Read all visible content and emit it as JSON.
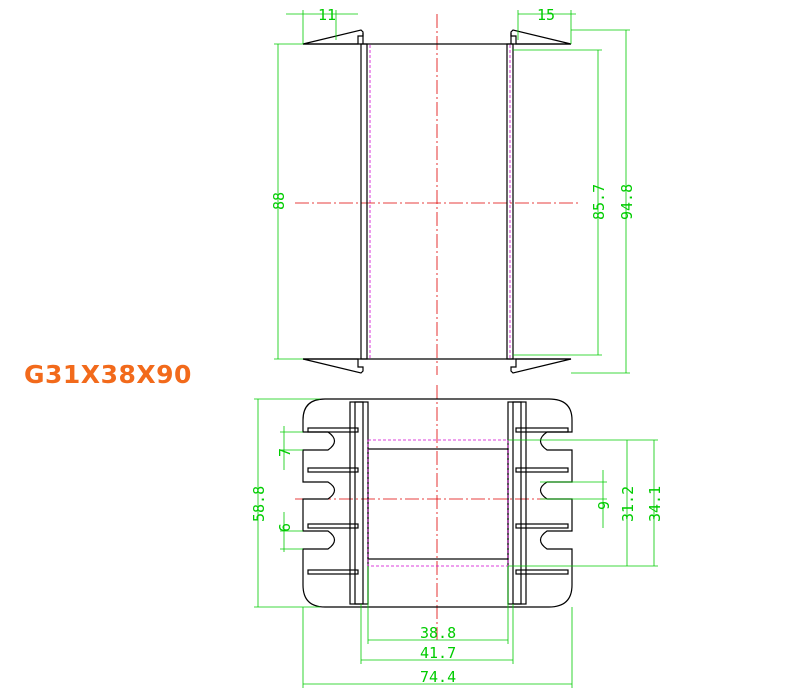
{
  "part_title": "G31X38X90",
  "top_view": {
    "dims": {
      "flange_left_width": "11",
      "flange_right_width": "15",
      "overall_height": "88",
      "inner_height": "85.7",
      "total_height": "94.8"
    }
  },
  "bottom_view": {
    "dims": {
      "overall_height": "58.8",
      "slot_pitch": "7",
      "slot_width_left": "6",
      "slot_width_right": "9",
      "core_height": "31.2",
      "window_height": "34.1",
      "core_width": "38.8",
      "inner_width": "41.7",
      "overall_width": "74.4"
    }
  },
  "colors": {
    "object_line": "#000000",
    "dimension": "#00cc00",
    "center_line": "#e00000",
    "hidden_line": "#d000d0",
    "title": "#f26a1b"
  }
}
